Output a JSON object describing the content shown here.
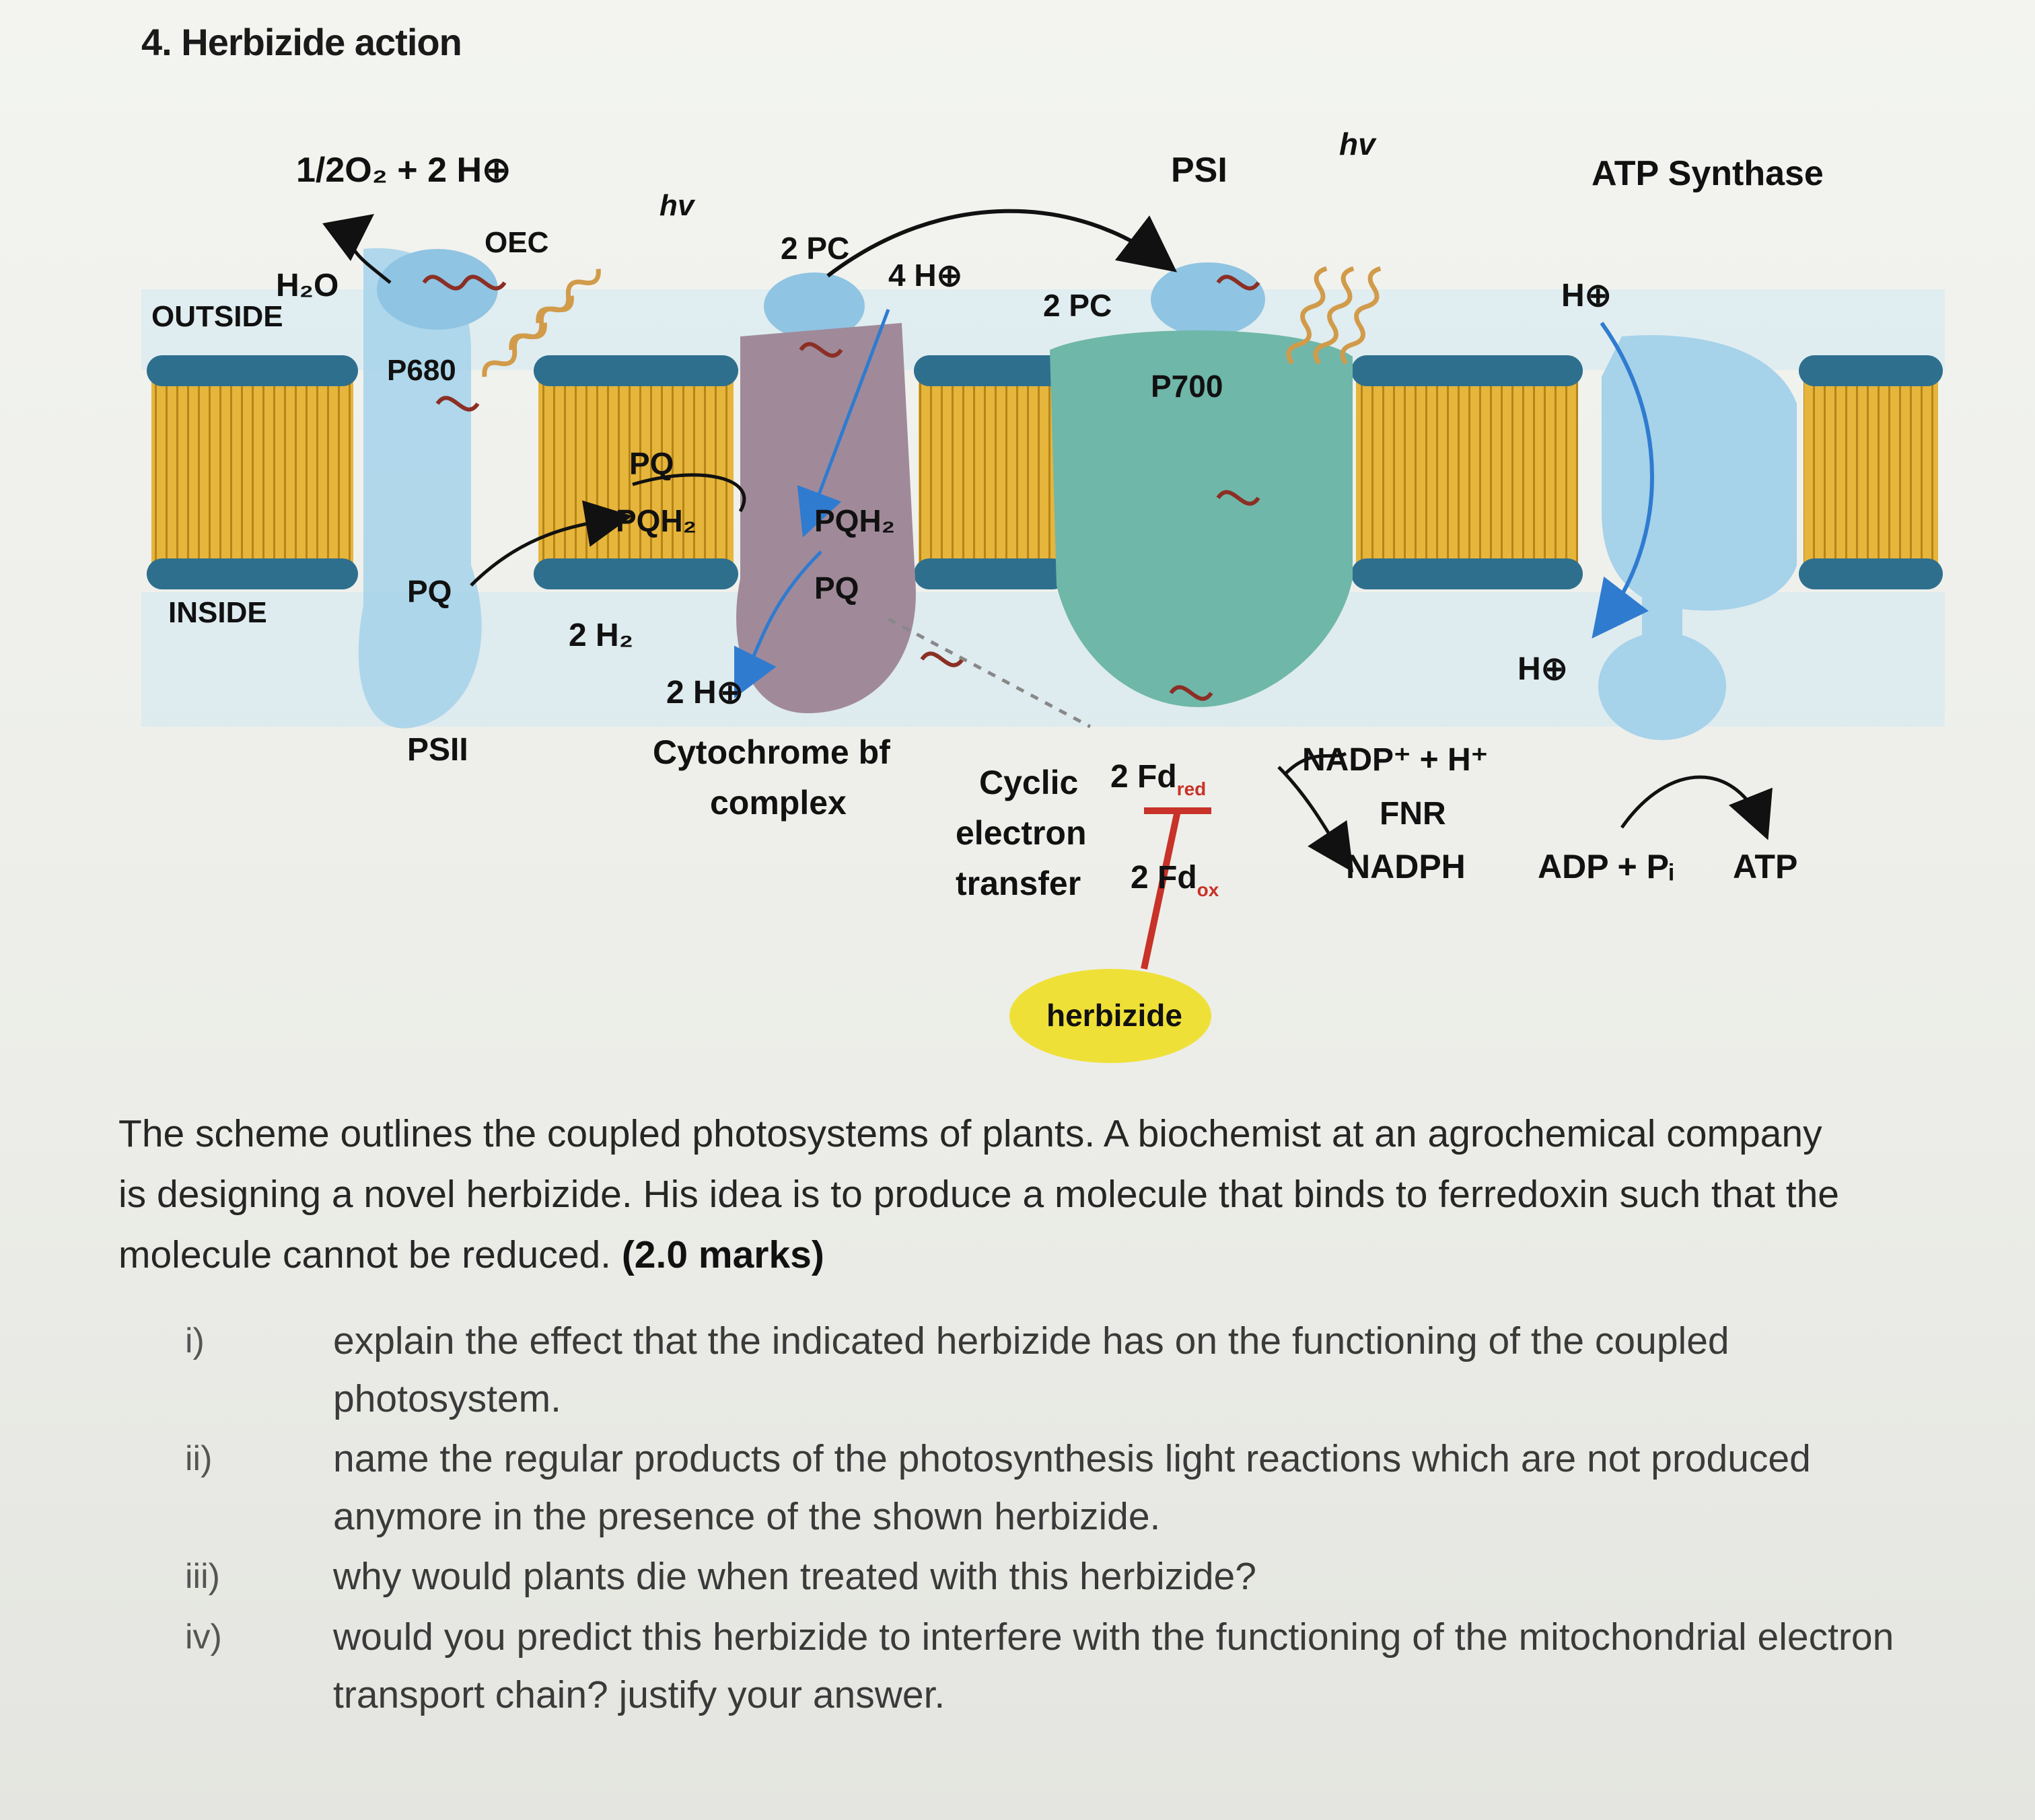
{
  "heading": "4. Herbizide action",
  "diagram": {
    "outside": "OUTSIDE",
    "inside": "INSIDE",
    "water_split": "1/2O₂ + 2 H⊕",
    "h2o": "H₂O",
    "oec": "OEC",
    "hv": "hv",
    "p680": "P680",
    "pq": "PQ",
    "pqh2": "PQH₂",
    "two_h2": "2 H₂",
    "psii": "PSII",
    "two_pc": "2 PC",
    "four_h": "4 H⊕",
    "two_h": "2 H⊕",
    "cyt_line1": "Cytochrome bf",
    "cyt_line2": "complex",
    "psi": "PSI",
    "p700": "P700",
    "atp_synthase": "ATP Synthase",
    "h_plus": "H⊕",
    "cyclic_line1": "Cyclic",
    "cyclic_line2": "electron",
    "cyclic_line3": "transfer",
    "fd_red": "2 Fd",
    "fd_red_sub": "red",
    "fd_ox": "2 Fd",
    "fd_ox_sub": "ox",
    "nadp": "NADP⁺ + H⁺",
    "fnr": "FNR",
    "nadph": "NADPH",
    "adp": "ADP + Pᵢ",
    "atp": "ATP",
    "herbizide": "herbizide"
  },
  "paragraph": {
    "text": "The scheme outlines the coupled photosystems of plants. A biochemist at an agrochemical company is designing a novel herbizide. His idea is to produce a molecule that binds to ferredoxin such that the molecule cannot be reduced.",
    "marks": "(2.0 marks)"
  },
  "questions": [
    {
      "num": "i)",
      "text": "explain the effect that the indicated herbizide has on the functioning of the coupled photosystem."
    },
    {
      "num": "ii)",
      "text": "name the regular products of the photosynthesis light reactions which are not produced anymore in the presence of the shown herbizide."
    },
    {
      "num": "iii)",
      "text": "why would plants die when treated with this herbizide?"
    },
    {
      "num": "iv)",
      "text": "would you predict this herbizide to interfere with the functioning of the mitochondrial electron transport chain? justify your answer."
    }
  ],
  "colors": {
    "lipid_head": "#2f6f8e",
    "lipid_tail": "#e8b83a",
    "psii": "#a9d4ea",
    "cytochrome": "#a08a99",
    "psi": "#6fb7a8",
    "atp_synthase": "#a6d2ea",
    "arrow_blue": "#2f7bd0",
    "inhibition_red": "#c83228",
    "herbizide_yellow": "#efe038"
  }
}
